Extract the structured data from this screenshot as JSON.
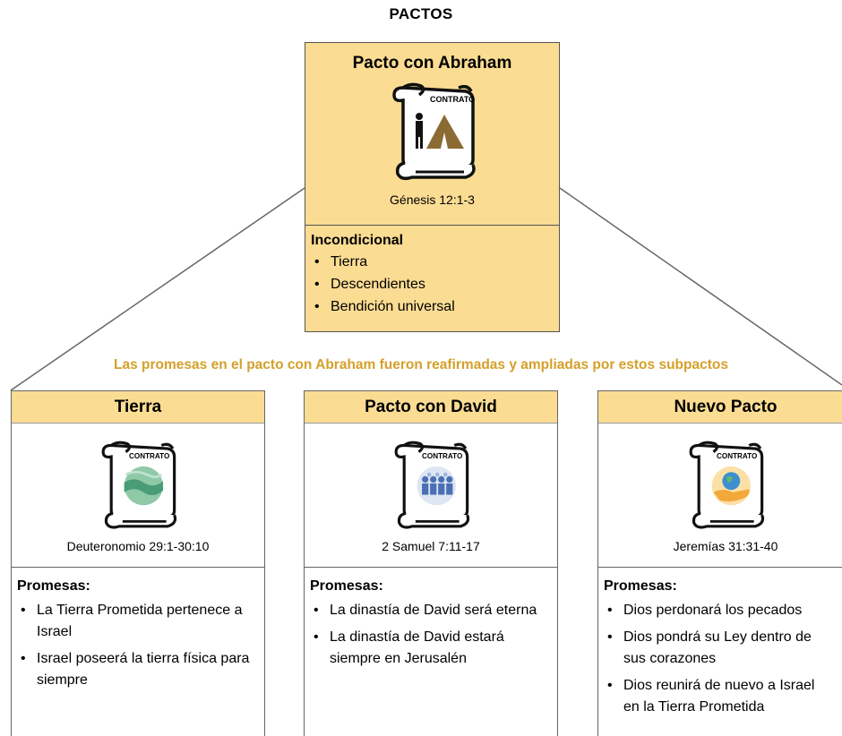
{
  "title": "PACTOS",
  "main_covenant": {
    "title": "Pacto con Abraham",
    "icon_label": "CONTRATO",
    "reference": "Génesis 12:1-3",
    "heading": "Incondicional",
    "items": [
      "Tierra",
      "Descendientes",
      "Bendición universal"
    ]
  },
  "banner": "Las promesas en el pacto con Abraham fueron reafirmadas y ampliadas por estos subpactos",
  "subcovenants": [
    {
      "title": "Tierra",
      "icon_label": "CONTRATO",
      "reference": "Deuteronomio 29:1-30:10",
      "heading": "Promesas:",
      "promises": [
        "La Tierra Prometida pertenece a Israel",
        "Israel poseerá la tierra física para siempre"
      ]
    },
    {
      "title": "Pacto con David",
      "icon_label": "CONTRATO",
      "reference": "2 Samuel 7:11-17",
      "heading": "Promesas:",
      "promises": [
        "La dinastía de David será eterna",
        "La dinastía de David estará siempre en Jerusalén"
      ]
    },
    {
      "title": "Nuevo Pacto",
      "icon_label": "CONTRATO",
      "reference": "Jeremías 31:31-40",
      "heading": "Promesas:",
      "promises": [
        "Dios perdonará los pecados",
        "Dios pondrá su Ley dentro de sus corazones",
        "Dios reunirá de nuevo a Israel en la Tierra Prometida"
      ]
    }
  ],
  "colors": {
    "card_fill": "#fbdc93",
    "banner_text": "#d4a02a",
    "border": "#555555"
  }
}
